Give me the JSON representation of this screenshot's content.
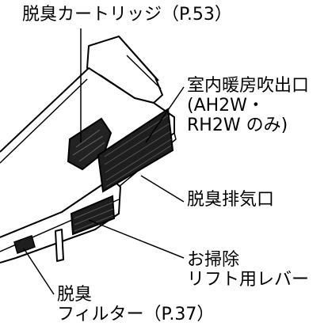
{
  "labels": {
    "deodorizing_cartridge": "脱臭カートリッジ（P.53）",
    "indoor_heating_outlet": [
      "室内暖房吹出口",
      "(AH2W・",
      "RH2W のみ)"
    ],
    "deodorizing_exhaust": "脱臭排気口",
    "cleaning_lift_lever": [
      "お掃除",
      "リフト用レバー"
    ],
    "deodorizing_filter": [
      "脱臭",
      "フィルター（P.37）"
    ]
  }
}
